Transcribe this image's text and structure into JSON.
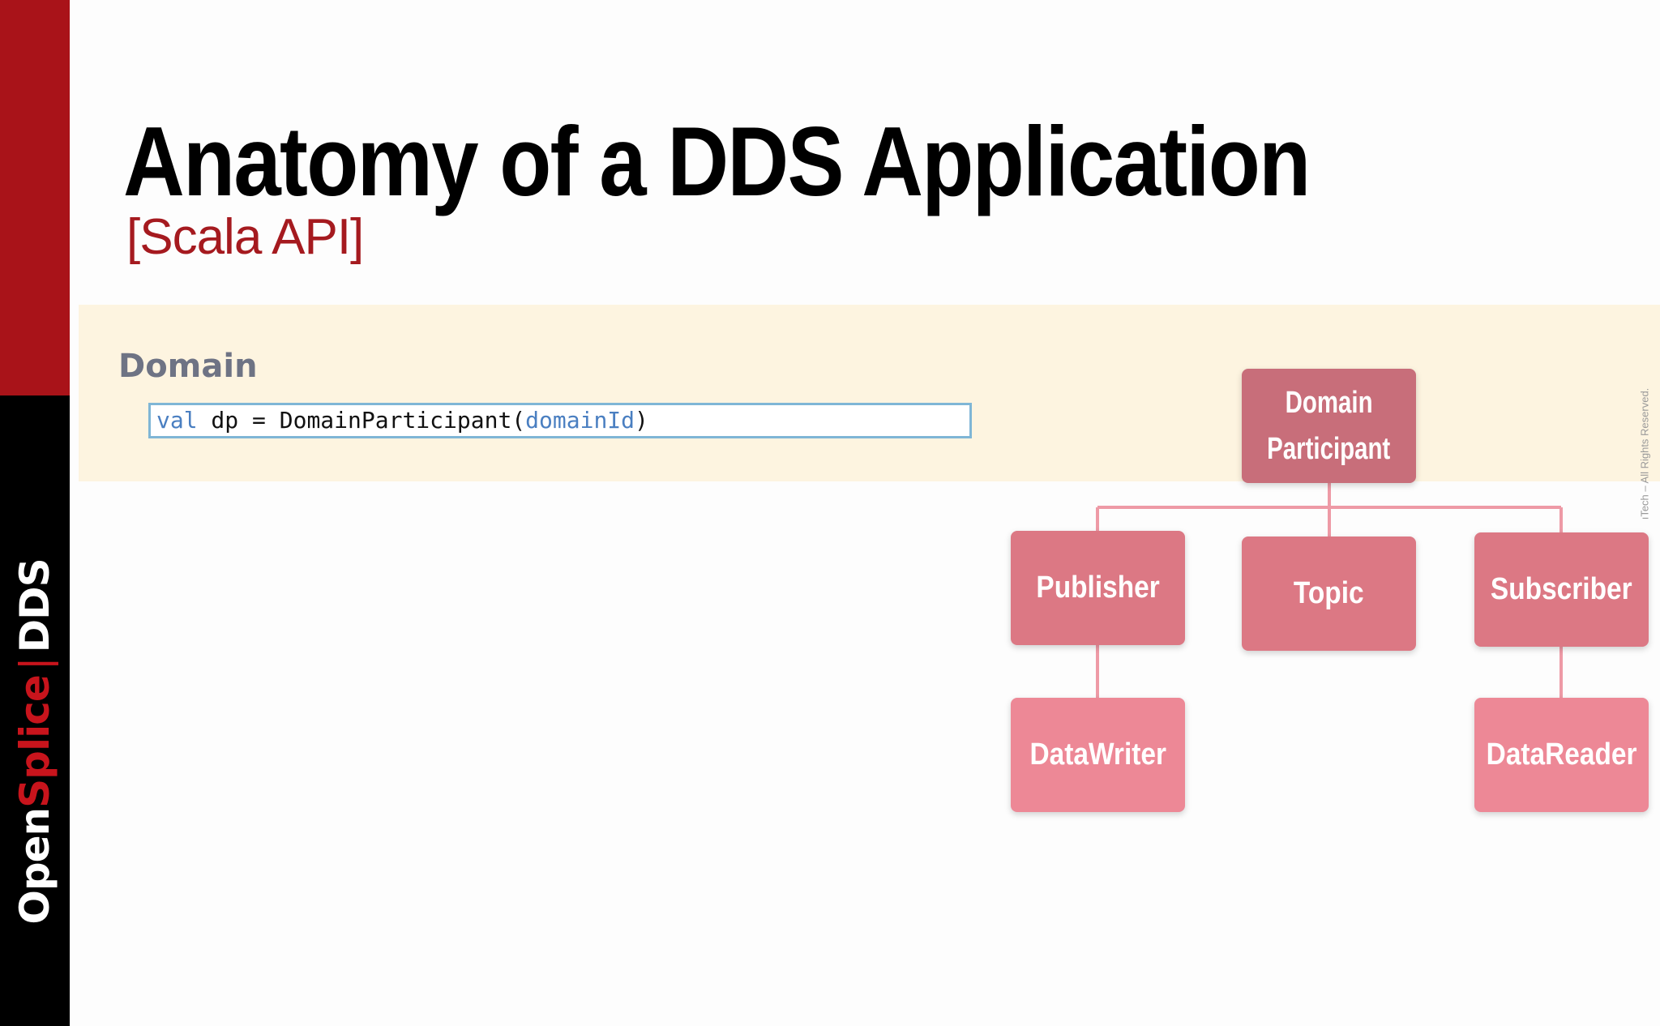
{
  "brand": {
    "open": "Open",
    "splice": "Splice",
    "separator": "|",
    "dds": "DDS"
  },
  "title": "Anatomy of a DDS Application",
  "subtitle": "[Scala API]",
  "section": {
    "label": "Domain"
  },
  "code": {
    "keyword": "val",
    "body": " dp = DomainParticipant(",
    "param": "domainId",
    "close": ")"
  },
  "diagram": {
    "domain_participant": [
      "Domain",
      "Participant"
    ],
    "publisher": "Publisher",
    "topic": "Topic",
    "subscriber": "Subscriber",
    "data_writer": "DataWriter",
    "data_reader": "DataReader"
  },
  "copyright": "ıTech – All Rights Reserved.",
  "colors": {
    "brand_red": "#a91319",
    "sidebar_black": "#000000",
    "subtitle_red": "#a51a1f",
    "domain_band": "#fdf4e0",
    "domain_label": "#6e7384",
    "code_border": "#7fb6d6",
    "code_keyword": "#4a7fc1",
    "node_participant": "#c86e7a",
    "node_entity": "#dc7884",
    "node_endpoint": "#ed8896",
    "connector": "#ee9aa6"
  }
}
